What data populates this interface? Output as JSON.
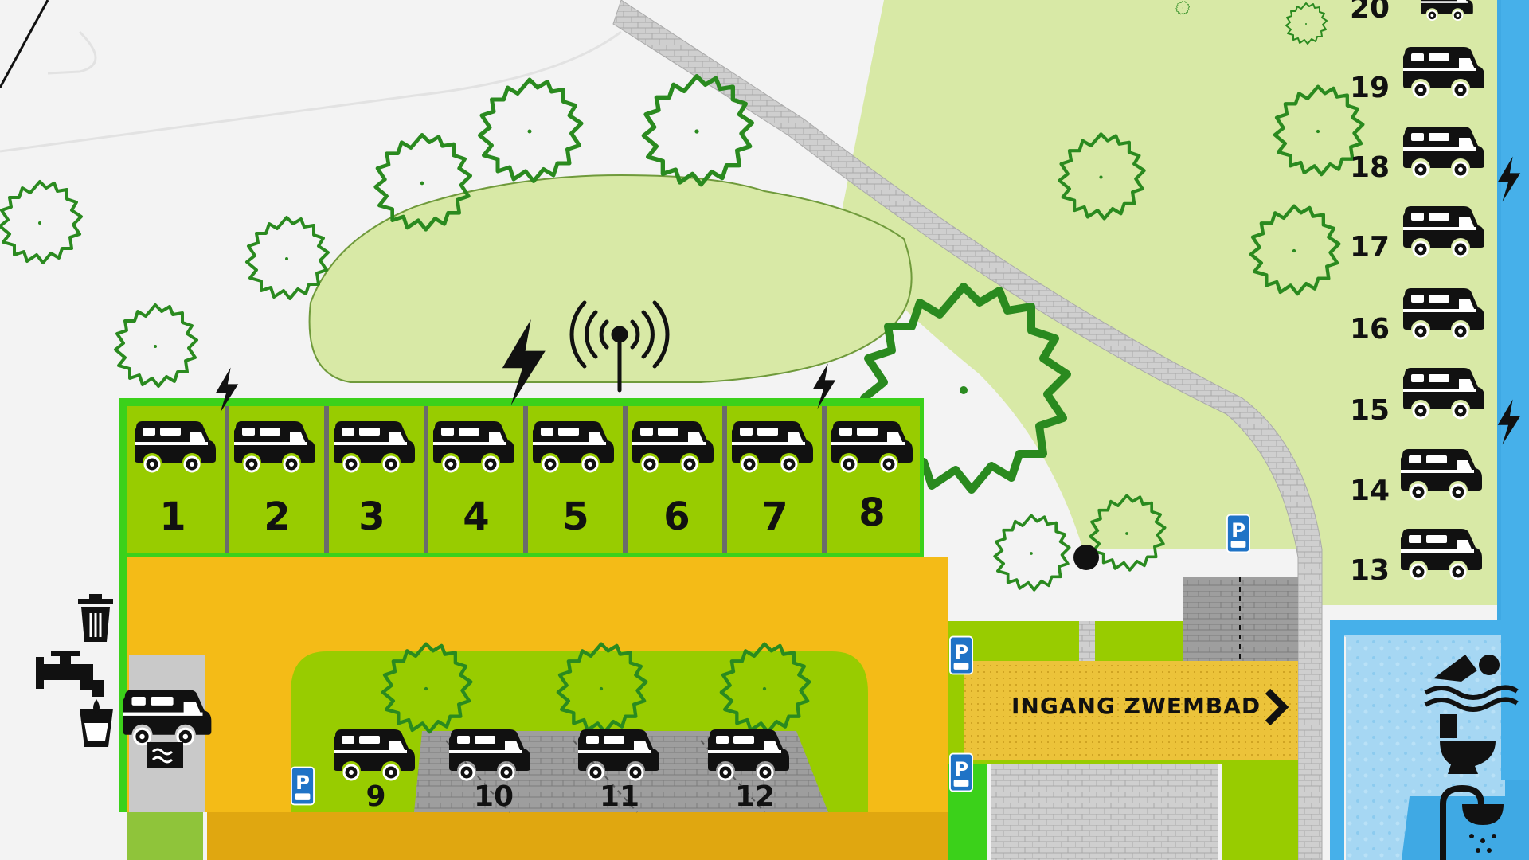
{
  "map": {
    "entrance_label": "INGANG ZWEMBAD",
    "top_spots": [
      "1",
      "2",
      "3",
      "4",
      "5",
      "6",
      "7",
      "8"
    ],
    "bottom_spots": [
      "9",
      "10",
      "11",
      "12"
    ],
    "right_spots": [
      "13",
      "14",
      "15",
      "16",
      "17",
      "18",
      "19",
      "20"
    ],
    "parking_sign_label": "P",
    "colors": {
      "grass_light": "#d8e9a6",
      "grass_bright": "#98cc00",
      "grass_mid": "#8fc43a",
      "border_green": "#3bd11a",
      "road_orange": "#f4bb17",
      "road_dark": "#e0a710",
      "entrance_yellow": "#ecc33a",
      "water_blue": "#3fa9e4",
      "sign_blue": "#1f73c6",
      "tree_outline": "#2a8a1f",
      "paving_gray": "#c9c9c9"
    },
    "icons": {
      "camper": "camper-van-icon",
      "power": "lightning-icon",
      "wifi": "wifi-antenna-icon",
      "trash": "trash-bin-icon",
      "tap": "water-tap-icon",
      "drinking_water": "drinking-water-icon",
      "service": "camper-service-icon",
      "swimming": "swimmer-icon",
      "toilet": "toilet-icon",
      "shower": "shower-icon"
    }
  }
}
